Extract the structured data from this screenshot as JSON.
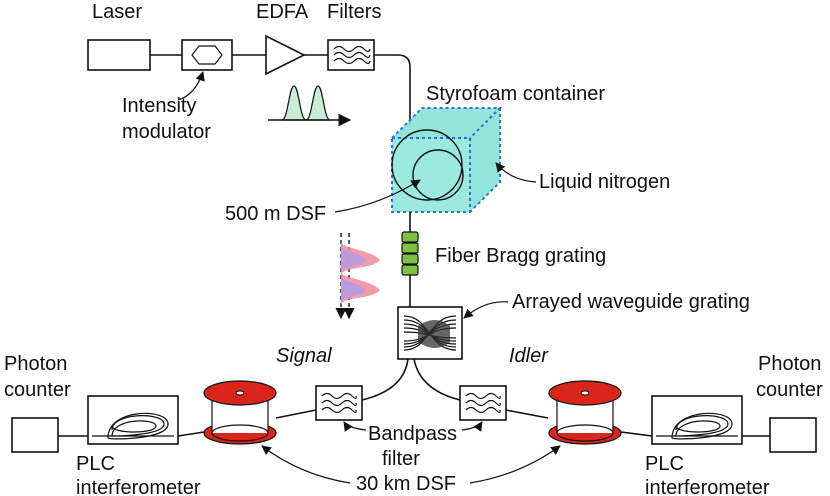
{
  "labels": {
    "laser": "Laser",
    "edfa": "EDFA",
    "filters": "Filters",
    "intensity_modulator_1": "Intensity",
    "intensity_modulator_2": "modulator",
    "styrofoam": "Styrofoam container",
    "liquid_nitrogen": "Liquid nitrogen",
    "dsf_500m": "500 m DSF",
    "fbg": "Fiber Bragg grating",
    "awg": "Arrayed waveguide grating",
    "signal": "Signal",
    "idler": "Idler",
    "photon_counter_left_1": "Photon",
    "photon_counter_left_2": "counter",
    "photon_counter_right_1": "Photon",
    "photon_counter_right_2": "counter",
    "bandpass_1": "Bandpass",
    "bandpass_2": "filter",
    "plc_left_1": "PLC",
    "plc_left_2": "interferometer",
    "plc_right_1": "PLC",
    "plc_right_2": "interferometer",
    "dsf_30km": "30 km DSF"
  },
  "colors": {
    "cube_fill": "#7fe0d4",
    "cube_edge": "#2f6fd8",
    "pulse_fill": "#c9ecd6",
    "fbg_green": "#7cc242",
    "spool_red": "#d9251c",
    "pulse_purple": "#b59be0",
    "pulse_pink": "#f08a9a"
  }
}
